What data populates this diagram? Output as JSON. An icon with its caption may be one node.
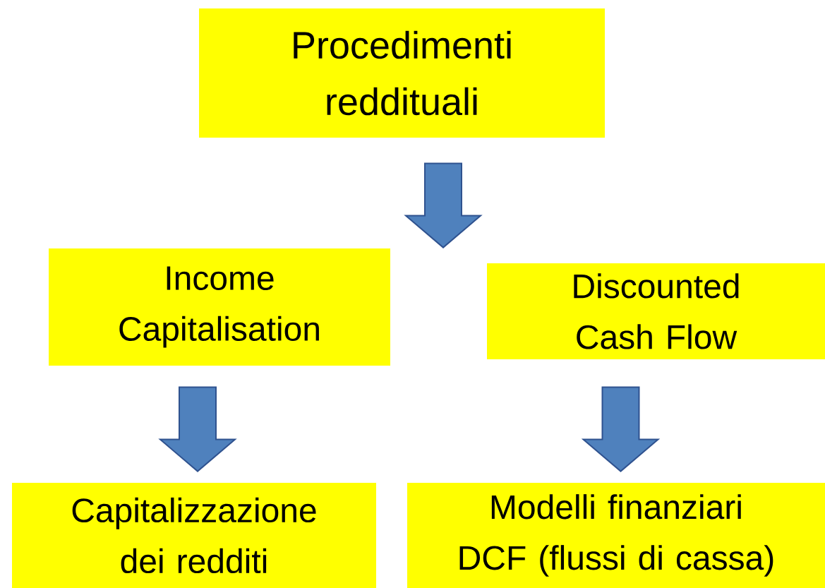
{
  "diagram": {
    "nodes": [
      {
        "text": [
          "Procedimenti reddituali"
        ]
      },
      {
        "text": [
          "Income Capitalisation"
        ]
      },
      {
        "text": [
          "Discounted Cash Flow"
        ]
      },
      {
        "text": [
          "Capitalizzazione dei redditi"
        ]
      },
      {
        "text": [
          "Modelli finanziari DCF (flussi di cassa)"
        ]
      }
    ],
    "edges": [
      {
        "from": 0,
        "to": 1,
        "arrow": "to"
      },
      {
        "from": 0,
        "to": 2,
        "arrow": "to"
      },
      {
        "from": 1,
        "to": 3,
        "arrow": "to"
      },
      {
        "from": 2,
        "to": 4,
        "arrow": "to"
      }
    ]
  }
}
